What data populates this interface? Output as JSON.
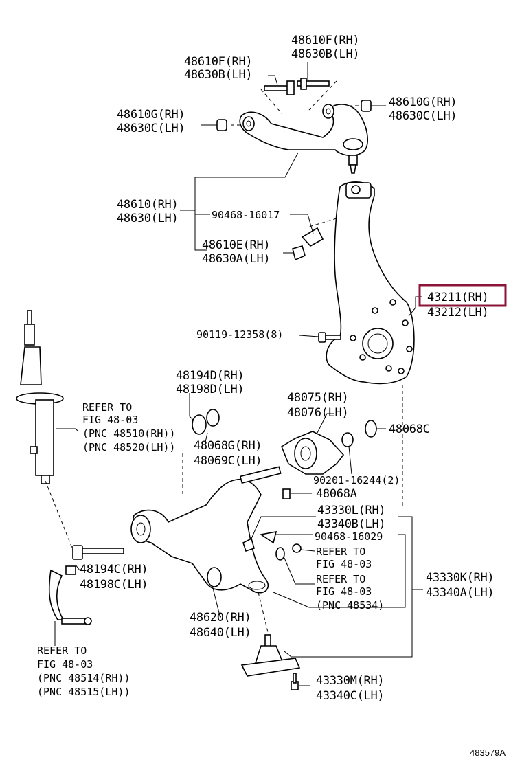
{
  "labels": {
    "top_bolt_a1": "48610F(RH)",
    "top_bolt_a2": "48630B(LH)",
    "top_bolt_b1": "48610F(RH)",
    "top_bolt_b2": "48630B(LH)",
    "bush_l1": "48610G(RH)",
    "bush_l2": "48630C(LH)",
    "bush_r1": "48610G(RH)",
    "bush_r2": "48630C(LH)",
    "upper_arm1": "48610(RH)",
    "upper_arm2": "48630(LH)",
    "clip_upper": "90468-16017",
    "nut_e1": "48610E(RH)",
    "nut_e2": "48630A(LH)",
    "knuckle1": "43211(RH)",
    "knuckle2": "43212(LH)",
    "bolt_90119": "90119-12358(8)",
    "bush_d1": "48194D(RH)",
    "bush_d2": "48198D(LH)",
    "strut_ref1": "REFER TO",
    "strut_ref2": "FIG 48-03",
    "strut_ref3": "(PNC 48510(RH))",
    "strut_ref4": "(PNC 48520(LH))",
    "bush_075a": "48075(RH)",
    "bush_075b": "48076(LH)",
    "nut_068c": "48068C",
    "nut_068g1": "48068G(RH)",
    "nut_068g2": "48069C(LH)",
    "washer_90201": "90201-16244(2)",
    "bolt_068a": "48068A",
    "ball_l1": "43330L(RH)",
    "ball_l2": "43340B(LH)",
    "clip_lower": "90468-16029",
    "ref_b1": "REFER TO",
    "ref_b2": "FIG 48-03",
    "ref_c1": "REFER TO",
    "ref_c2": "FIG 48-03",
    "ref_c3": "(PNC 48534)",
    "bush_c1": "48194C(RH)",
    "bush_c2": "48198C(LH)",
    "ball_k1": "43330K(RH)",
    "ball_k2": "43340A(LH)",
    "lower_arm1": "48620(RH)",
    "lower_arm2": "48640(LH)",
    "stab_ref1": "REFER TO",
    "stab_ref2": "FIG 48-03",
    "stab_ref3": "(PNC 48514(RH))",
    "stab_ref4": "(PNC 48515(LH))",
    "ball_m1": "43330M(RH)",
    "ball_m2": "43340C(LH)",
    "figure_id": "483579A"
  },
  "colors": {
    "highlight": "#8b1538",
    "ink": "#000000"
  }
}
